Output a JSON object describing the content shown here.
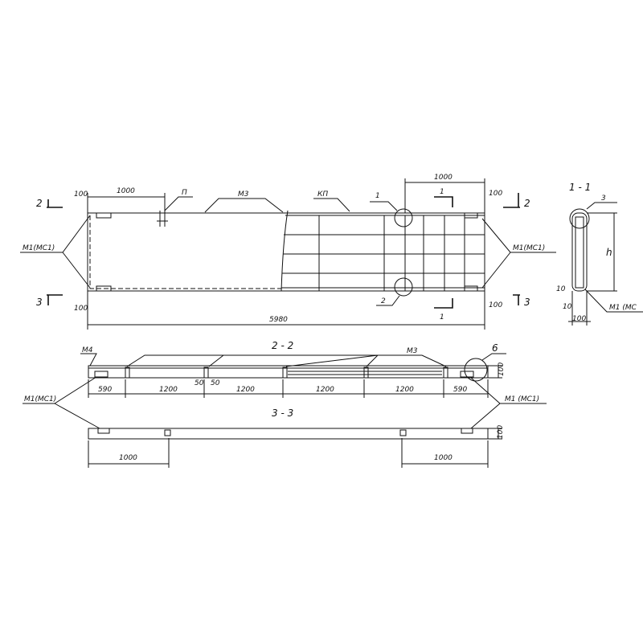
{
  "plan": {
    "dim_top_left": "1000",
    "dim_top_right": "1000",
    "dim_100_tl": "100",
    "dim_100_bl": "100",
    "dim_100_tr": "100",
    "dim_100_br": "100",
    "dim_total": "5980",
    "label_p": "П",
    "label_m3": "М3",
    "label_kp": "КП",
    "label_m1_left": "М1(МС1)",
    "label_m1_right": "М1(МС1)",
    "callout_1": "1",
    "callout_2": "2",
    "cut_2_left": "2",
    "cut_3_left": "3",
    "cut_2_right": "2",
    "cut_3_right": "3",
    "cut_1_top": "1",
    "cut_1_bottom": "1"
  },
  "section_1_1": {
    "title": "1 - 1",
    "callout_3": "3",
    "dim_h": "h",
    "dim_10_a": "10",
    "dim_10_b": "10",
    "dim_100": "100",
    "label_m1": "М1 (МС"
  },
  "section_2_2": {
    "title": "2 - 2",
    "label_m4": "М4",
    "label_m3": "М3",
    "callout_6": "6",
    "label_m1_left": "М1(МС1)",
    "label_m1_right": "М1 (МС1)",
    "dims": [
      "590",
      "1200",
      "1200",
      "1200",
      "1200",
      "590"
    ],
    "dim_50_a": "50",
    "dim_50_b": "50",
    "dim_height": "100"
  },
  "section_3_3": {
    "title": "3 - 3",
    "dim_left": "1000",
    "dim_right": "1000",
    "dim_height": "100"
  }
}
